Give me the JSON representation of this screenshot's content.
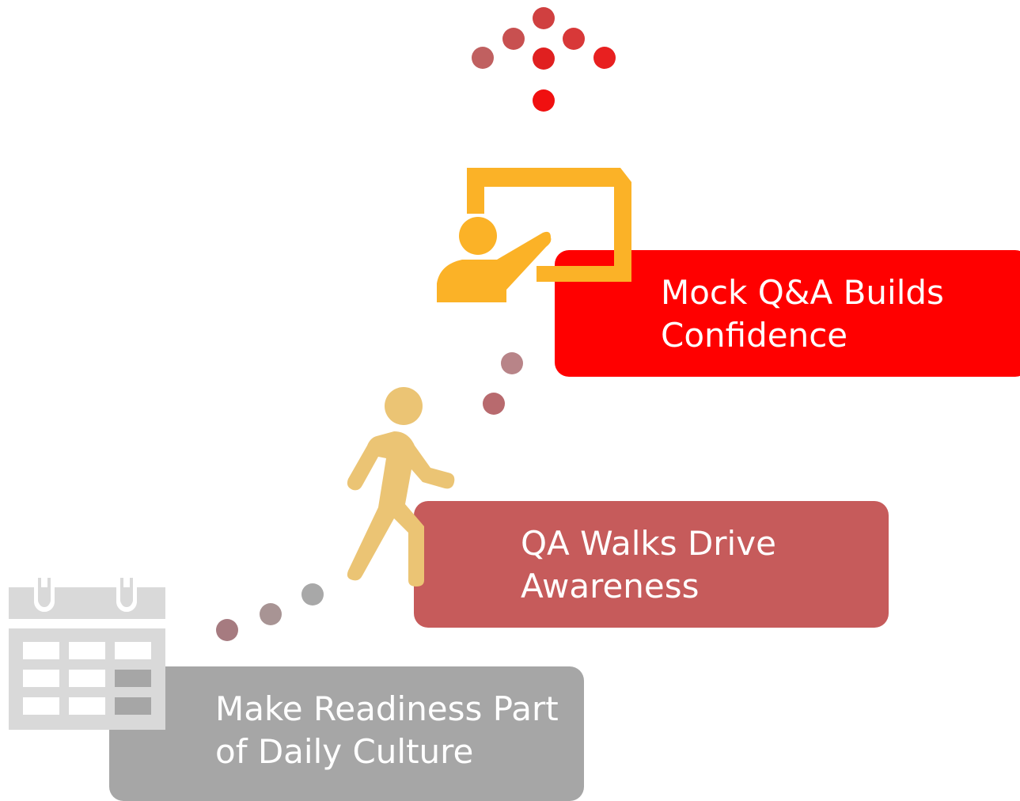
{
  "steps": [
    {
      "label_line1": "Make Readiness Part",
      "label_line2": "of Daily Culture",
      "color": "#a6a6a6",
      "icon": "calendar-icon"
    },
    {
      "label_line1": "QA Walks Drive",
      "label_line2": "Awareness",
      "color": "#c65b5b",
      "icon": "walking-person-icon"
    },
    {
      "label_line1": "Mock Q&A Builds",
      "label_line2": "Confidence",
      "color": "#ff0000",
      "icon": "presenter-icon"
    }
  ],
  "colors": {
    "icon_gold": "#fbb227",
    "walker_gold": "#ebc474",
    "calendar_gray": "#d9d9d9",
    "calendar_dark": "#a6a6a6",
    "dot_mauve": "#a87c80",
    "dot_red": "#e02020"
  }
}
